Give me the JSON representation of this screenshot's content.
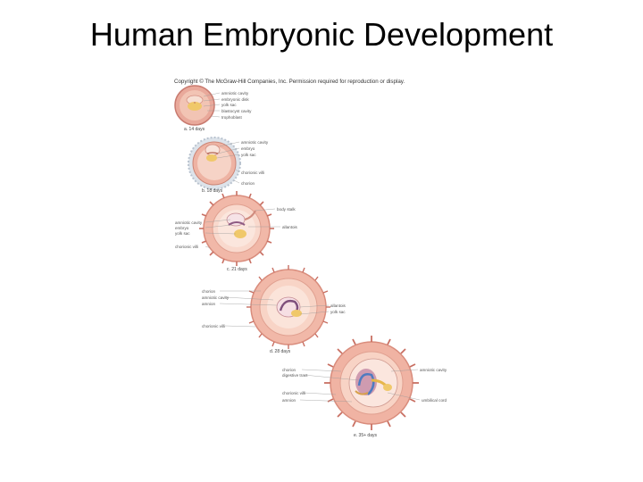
{
  "title": "Human Embryonic Development",
  "figure": {
    "copyright": "Copyright © The McGraw-Hill Companies, Inc. Permission required for reproduction or display.",
    "stages": [
      {
        "caption": "a. 14 days",
        "labels": [
          "amniotic cavity",
          "embryonic disk",
          "yolk sac",
          "blastocyst cavity",
          "trophoblast"
        ]
      },
      {
        "caption": "b. 18 days",
        "labels": [
          "amniotic cavity",
          "embryo",
          "yolk sac",
          "chorionic villi",
          "chorion"
        ]
      },
      {
        "caption": "c. 21 days",
        "labels_left": [
          "amniotic cavity",
          "embryo",
          "yolk sac",
          "chorionic villi"
        ],
        "labels_right": [
          "body stalk",
          "allantois"
        ]
      },
      {
        "caption": "d. 28 days",
        "labels_left": [
          "chorion",
          "amniotic cavity",
          "amnion",
          "chorionic villi"
        ],
        "labels_right": [
          "allantois",
          "yolk sac"
        ]
      },
      {
        "caption": "e. 35+ days",
        "labels_left": [
          "chorion",
          "digestive tract",
          "chorionic villi",
          "amnion"
        ],
        "labels_right": [
          "amniotic cavity",
          "umbilical cord"
        ]
      }
    ]
  }
}
